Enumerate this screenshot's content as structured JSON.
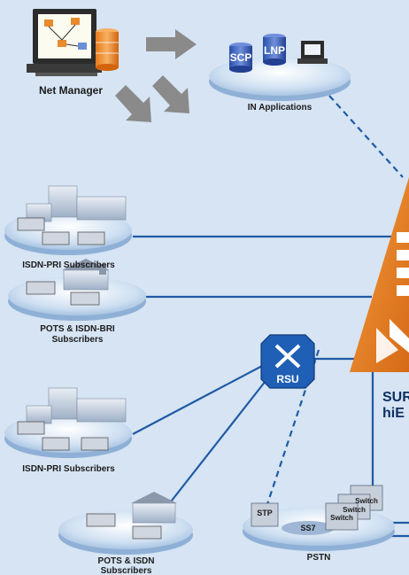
{
  "labels": {
    "net_manager": "Net Manager",
    "in_applications": "IN Applications",
    "isdn_pri_1": "ISDN-PRI Subscribers",
    "pots_isdn_bri_line1": "POTS & ISDN-BRI",
    "pots_isdn_bri_line2": "Subscribers",
    "isdn_pri_2": "ISDN-PRI Subscribers",
    "pots_isdn_line1": "POTS & ISDN",
    "pots_isdn_line2": "Subscribers",
    "pstn": "PSTN",
    "switch_name_line1": "SURF",
    "switch_name_line2": "hiE"
  },
  "tags": {
    "scp": "SCP",
    "lnp": "LNP",
    "rsu": "RSU",
    "stp": "STP",
    "ss7": "SS7",
    "switch_a": "Switch",
    "switch_b": "Switch",
    "switch_c": "Switch"
  },
  "colors": {
    "background": "#d6e4f3",
    "link_blue": "#1f5aa5",
    "switch_orange": "#e07a22",
    "rsu_blue": "#1f5fb5",
    "arrow_gray": "#8a8a8a"
  }
}
